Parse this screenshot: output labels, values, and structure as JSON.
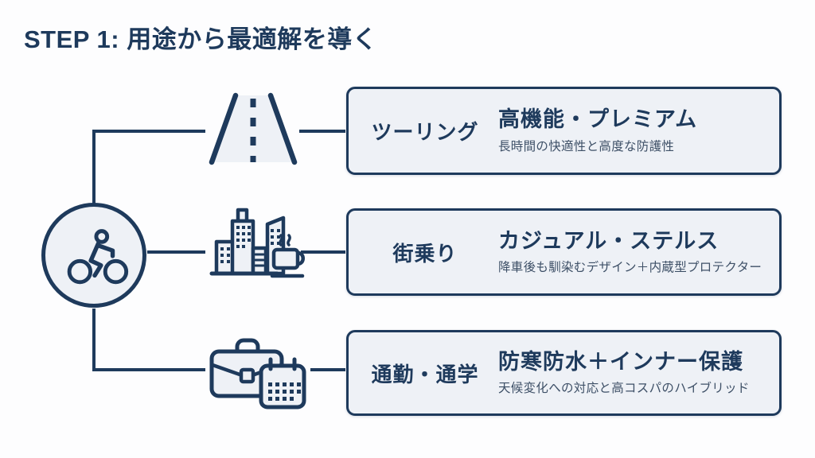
{
  "header": {
    "title": "STEP 1: 用途から最適解を導く"
  },
  "colors": {
    "navy": "#1e3a5c",
    "card_background": "#eef1f6",
    "description_text": "#3e5067",
    "page_background": "#fdfdfe"
  },
  "hub": {
    "icon": "cyclist-icon"
  },
  "rows": [
    {
      "icon": "road-icon",
      "label": "ツーリング",
      "headline": "高機能・プレミアム",
      "description": "長時間の快適性と高度な防護性"
    },
    {
      "icon": "city-coffee-icon",
      "label": "街乗り",
      "headline": "カジュアル・ステルス",
      "description": "降車後も馴染むデザイン＋内蔵型プロテクター"
    },
    {
      "icon": "briefcase-calendar-icon",
      "label": "通勤・通学",
      "headline": "防寒防水＋インナー保護",
      "description": "天候変化への対応と高コスパのハイブリッド"
    }
  ]
}
